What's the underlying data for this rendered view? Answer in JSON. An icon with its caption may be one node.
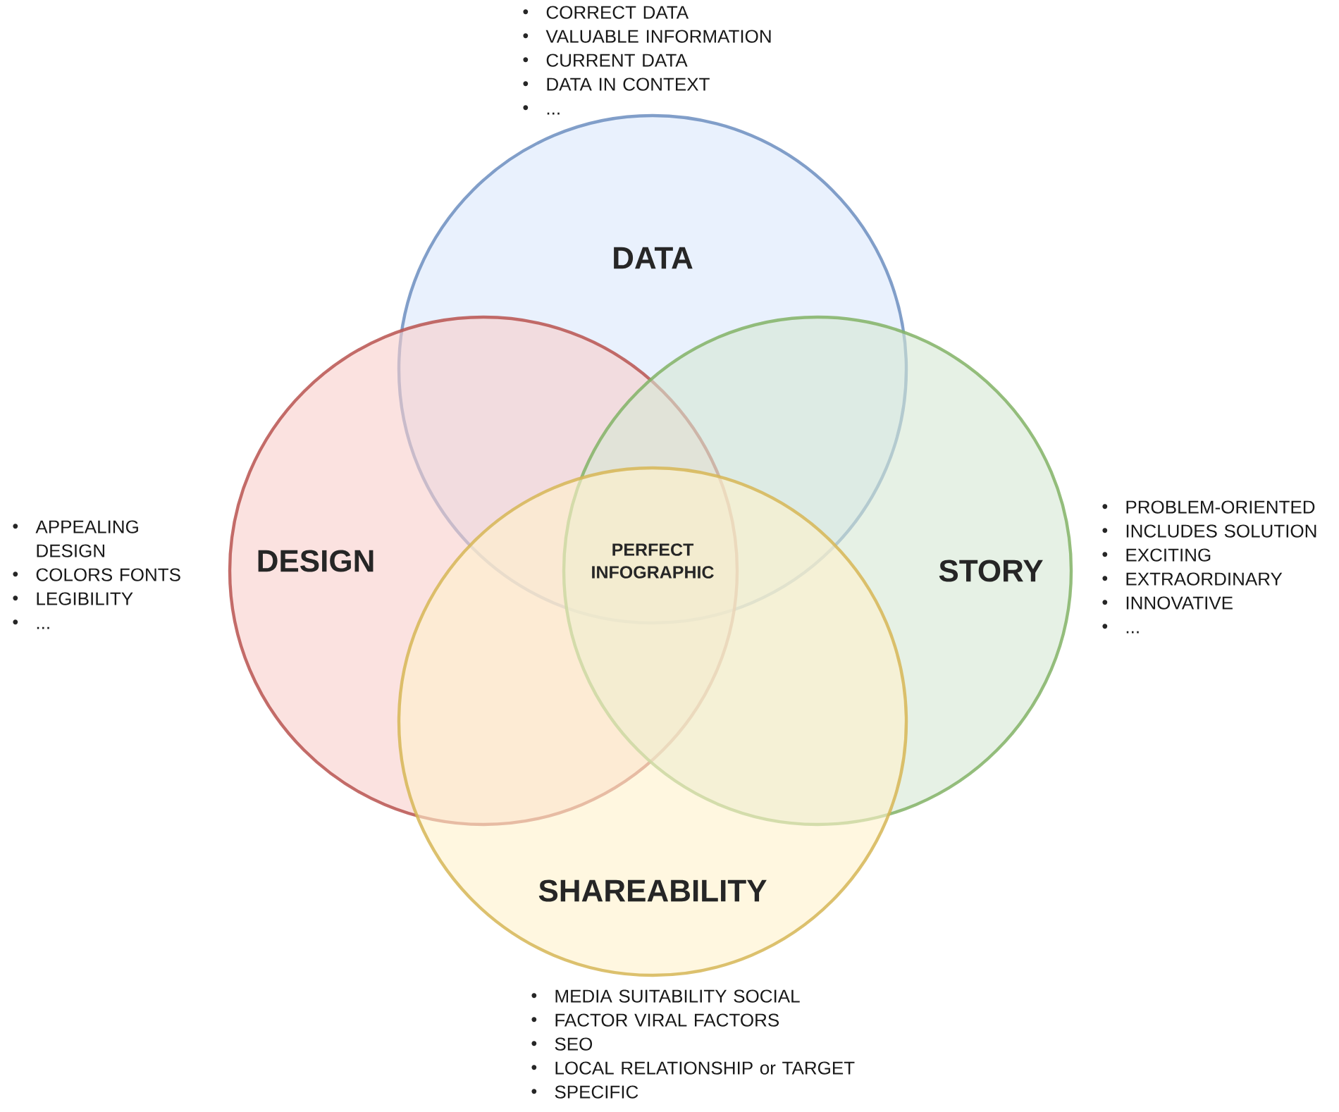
{
  "diagram": {
    "nodes": [
      {
        "text": [
          "DATA"
        ],
        "beside": [
          "CORRECT DATA",
          "VALUABLE INFORMATION",
          "CURRENT DATA",
          "DATA IN CONTEXT",
          "..."
        ]
      },
      {
        "text": [
          "DESIGN"
        ],
        "beside": [
          "APPEALING DESIGN",
          "COLORS FONTS",
          "LEGIBILITY",
          "..."
        ]
      },
      {
        "text": [
          "STORY"
        ],
        "beside": [
          "PROBLEM-ORIENTED",
          "INCLUDES SOLUTION",
          "EXCITING",
          "EXTRAORDINARY",
          "INNOVATIVE",
          "..."
        ]
      },
      {
        "text": [
          "SHAREABILITY"
        ],
        "beside": [
          "MEDIA SUITABILITY SOCIAL",
          "FACTOR VIRAL FACTORS",
          "SEO",
          "LOCAL RELATIONSHIP or TARGET",
          "SPECIFIC"
        ]
      }
    ],
    "labels": [
      "PERFECT INFOGRAPHIC"
    ]
  }
}
